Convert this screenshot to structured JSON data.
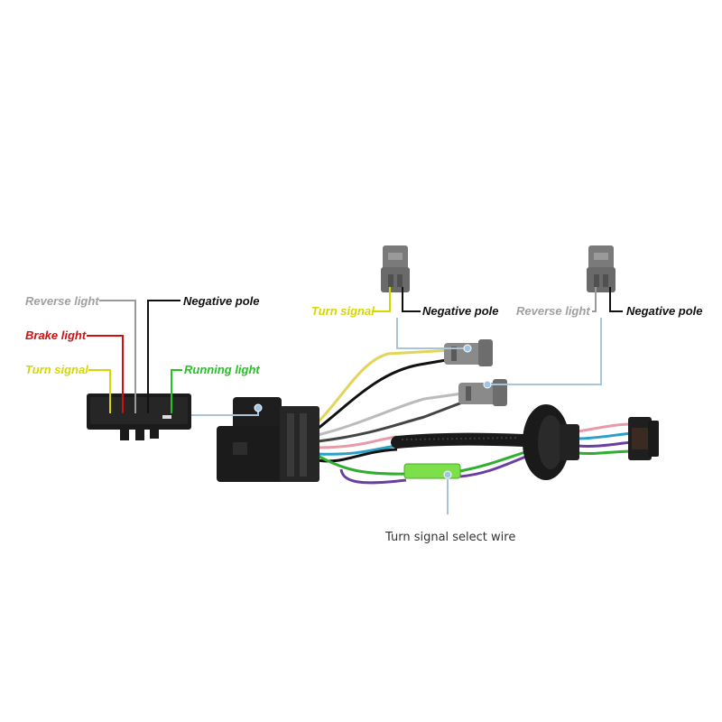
{
  "labels": {
    "left_connector": {
      "reverse_light": "Reverse light",
      "brake_light": "Brake light",
      "turn_signal": "Turn signal",
      "negative_pole": "Negative pole",
      "running_light": "Running light"
    },
    "middle_connector": {
      "turn_signal": "Turn signal",
      "negative_pole": "Negative pole"
    },
    "right_connector": {
      "reverse_light": "Reverse light",
      "negative_pole": "Negative pole"
    },
    "select_wire": "Turn signal select wire"
  },
  "colors": {
    "reverse_light": "#9a9a9a",
    "brake_light": "#d01010",
    "turn_signal": "#d6d600",
    "negative_pole": "#111111",
    "running_light": "#22c422",
    "leader_line": "#a9c4d8",
    "select_wire_clip": "#7de04a"
  },
  "icons": {
    "connector": "plug-connector-icon",
    "pointer_dot": "callout-dot-icon"
  }
}
